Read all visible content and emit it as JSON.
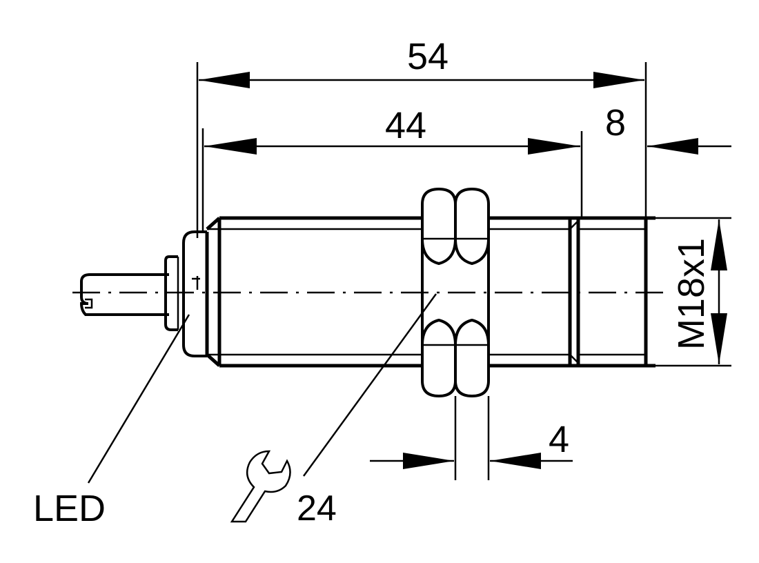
{
  "dimensions": {
    "overall_length": "54",
    "threaded_length": "44",
    "tip_length": "8",
    "thread_size": "M18x1",
    "nut_thickness": "4",
    "wrench_size": "24"
  },
  "labels": {
    "led": "LED"
  },
  "colors": {
    "line": "#000000",
    "background": "#ffffff"
  },
  "icons": {
    "wrench": "wrench-icon"
  }
}
